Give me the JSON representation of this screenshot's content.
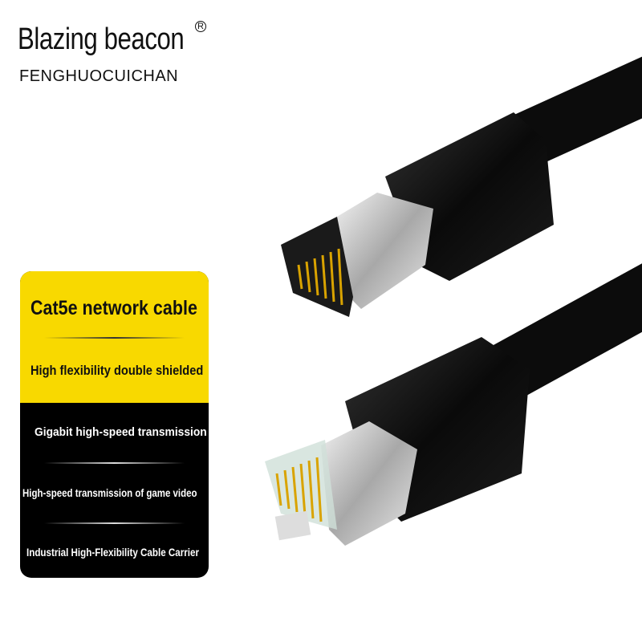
{
  "brand": {
    "name": "Blazing beacon",
    "registered_mark": "R",
    "subtitle": "FENGHUOCUICHAN"
  },
  "panel": {
    "title": "Cat5e network cable",
    "features": [
      "High flexibility double shielded",
      "Gigabit high-speed transmission",
      "High-speed transmission of game video",
      "Industrial High-Flexibility Cable Carrier"
    ]
  },
  "colors": {
    "accent_yellow": "#f8d900",
    "panel_black": "#000000",
    "cable_black": "#0c0c0c",
    "pin_gold": "#d9a300"
  },
  "image": {
    "subject-icon": "two-rj45-ethernet-connectors"
  }
}
